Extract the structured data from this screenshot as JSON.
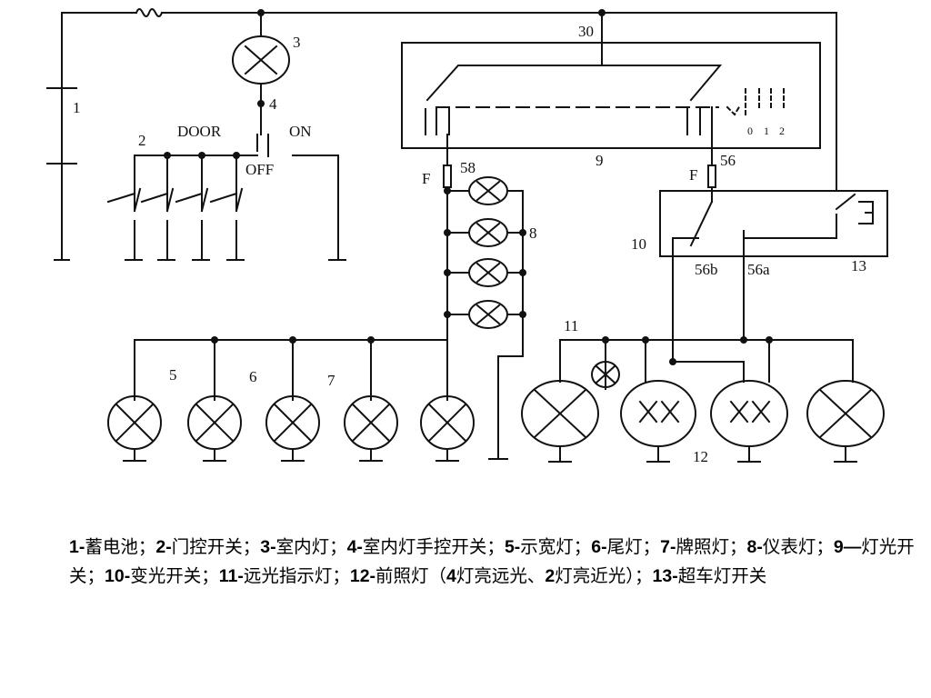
{
  "diagram": {
    "labels": {
      "n1": "1",
      "n2": "2",
      "n3": "3",
      "n4": "4",
      "n5": "5",
      "n6": "6",
      "n7": "7",
      "n8": "8",
      "n9": "9",
      "n10": "10",
      "n11": "11",
      "n12": "12",
      "n13": "13",
      "n30": "30",
      "n56": "56",
      "n58": "58",
      "n56a": "56a",
      "n56b": "56b",
      "door": "DOOR",
      "on": "ON",
      "off": "OFF",
      "f_left": "F",
      "f_right": "F",
      "pos0": "0",
      "pos1": "1",
      "pos2": "2"
    }
  },
  "caption": [
    {
      "num": "1-",
      "text": "蓄电池；"
    },
    {
      "num": "2-",
      "text": "门控开关；"
    },
    {
      "num": "3-",
      "text": "室内灯；"
    },
    {
      "num": "4-",
      "text": "室内灯手控开关；"
    },
    {
      "num": "5-",
      "text": "示宽灯；"
    },
    {
      "num": "6-",
      "text": "尾灯；"
    },
    {
      "num": "7-",
      "text": "牌照灯；"
    },
    {
      "num": "8-",
      "text": "仪表灯；"
    },
    {
      "num": "9—",
      "text": "灯光开关；"
    },
    {
      "num": "10-",
      "text": "变光开关；"
    },
    {
      "num": "11-",
      "text": "远光指示灯；"
    },
    {
      "num": "12-",
      "text": "前照灯（"
    },
    {
      "num": "4",
      "text": "灯亮远光、"
    },
    {
      "num": "2",
      "text": "灯亮近光）；"
    },
    {
      "num": "13-",
      "text": "超车灯开关"
    }
  ]
}
